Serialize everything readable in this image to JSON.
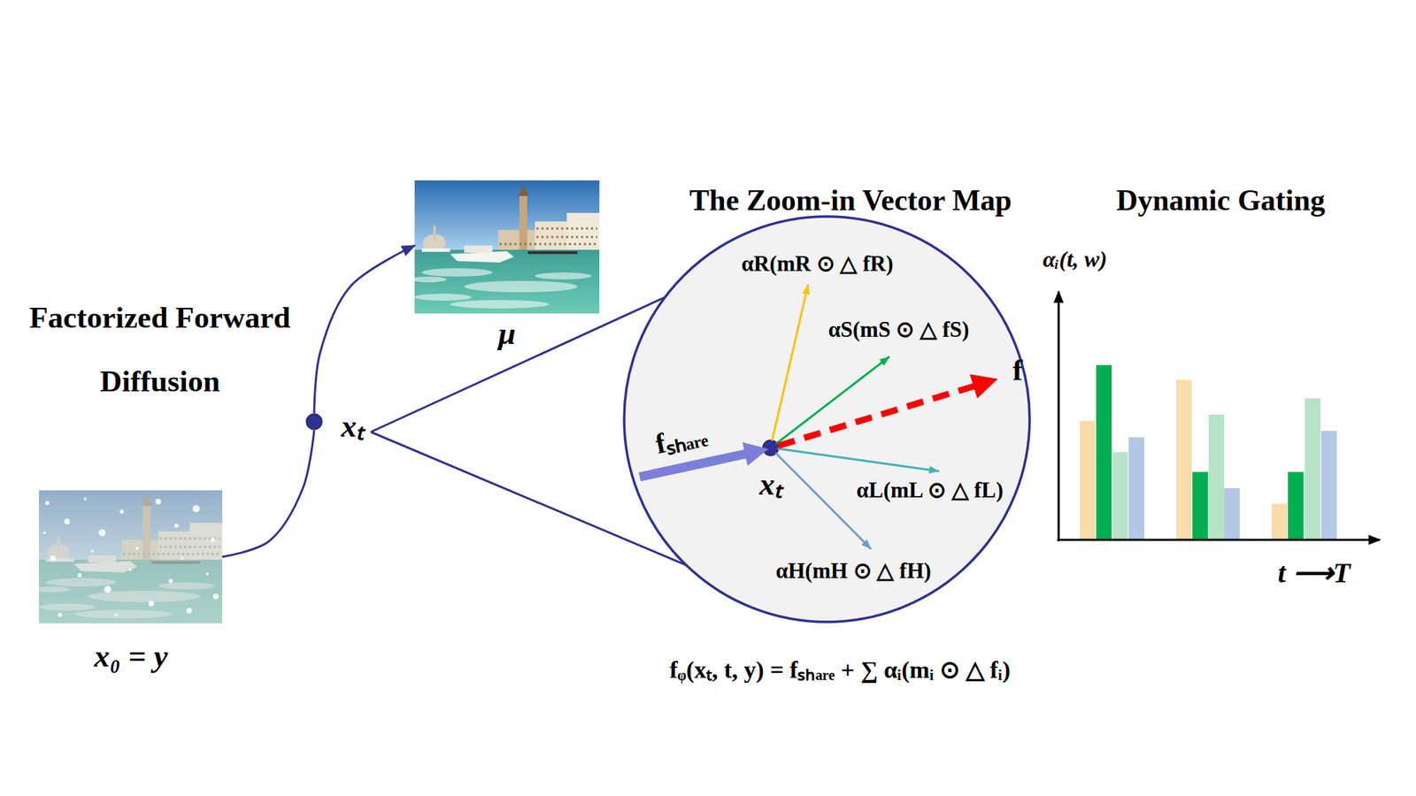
{
  "diagram": {
    "nodes": [
      {
        "text": [
          "x₀ = y"
        ]
      },
      {
        "text": [
          "μ"
        ]
      },
      {
        "text": [
          "xₜ"
        ]
      },
      {
        "text": [
          "The Zoom-in Vector Map"
        ]
      },
      {
        "text": [
          "xₜ"
        ],
        "in": 3
      }
    ],
    "edges": [
      {
        "from": 0,
        "to": 2,
        "arrow": "none"
      },
      {
        "from": 2,
        "to": 1,
        "arrow": "to"
      },
      {
        "from": 2,
        "to": 3,
        "arrow": "none"
      },
      {
        "from": 2,
        "to": 3,
        "arrow": "none"
      }
    ],
    "labels": [
      "Factorized Forward Diffusion",
      "fₛₕₐᵣₑ",
      "αR(mR ⊙ △ fR)",
      "αS(mS ⊙ △ fS)",
      "f",
      "αL(mL ⊙ △ fL)",
      "αH(mH ⊙ △ fH)",
      "fᵩ(xₜ, t, y) = fₛₕₐᵣₑ + ∑ αᵢ(mᵢ ⊙ △ fᵢ)",
      "Dynamic Gating",
      "αᵢ(t, w)",
      "t ⟶T"
    ]
  }
}
